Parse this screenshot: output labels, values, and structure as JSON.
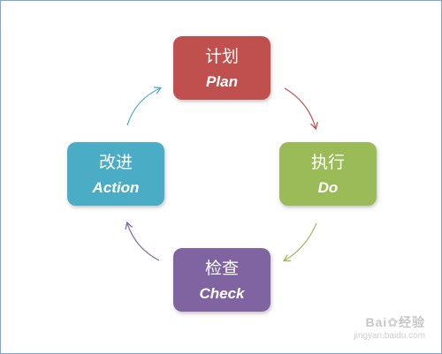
{
  "diagram": {
    "nodes": {
      "plan": {
        "zh": "计划",
        "en": "Plan",
        "color": "#c0504d"
      },
      "do": {
        "zh": "执行",
        "en": "Do",
        "color": "#9bbb59"
      },
      "check": {
        "zh": "检查",
        "en": "Check",
        "color": "#8064a2"
      },
      "action": {
        "zh": "改进",
        "en": "Action",
        "color": "#4bacc6"
      }
    },
    "arrows": {
      "plan_to_do": {
        "color": "#c0504d"
      },
      "do_to_check": {
        "color": "#9bbb59"
      },
      "check_to_action": {
        "color": "#8064a2"
      },
      "action_to_plan": {
        "color": "#4bacc6"
      }
    }
  },
  "watermark": {
    "url": "jingyan.baidu.com"
  }
}
